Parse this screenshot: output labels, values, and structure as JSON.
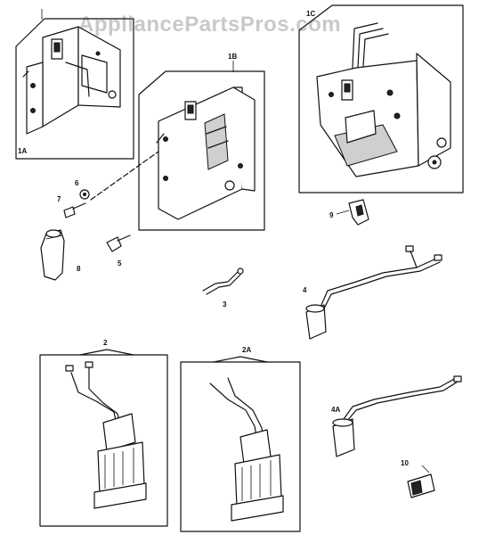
{
  "watermark": "AppliancePartsPros.com",
  "labels": {
    "1A": "1A",
    "1B": "1B",
    "1C": "1C",
    "2": "2",
    "2A": "2A",
    "3": "3",
    "4": "4",
    "4A": "4A",
    "5": "5",
    "6": "6",
    "7": "7",
    "8": "8",
    "9": "9",
    "10": "10"
  }
}
